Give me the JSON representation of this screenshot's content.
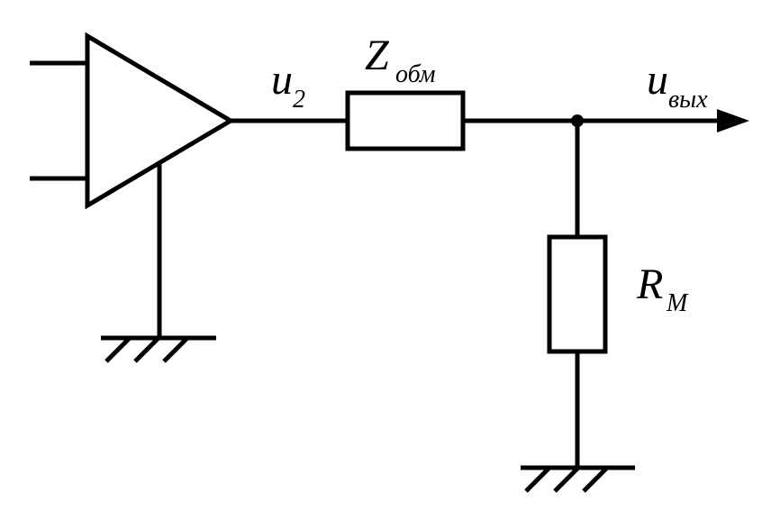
{
  "labels": {
    "amp_output": {
      "main": "u",
      "sub": "2"
    },
    "impedance": {
      "main": "Z",
      "sub": "обм"
    },
    "output": {
      "main": "u",
      "sub": "вых"
    },
    "load": {
      "main": "R",
      "sub": "М"
    }
  },
  "colors": {
    "line": "#000000",
    "background": "#ffffff"
  }
}
